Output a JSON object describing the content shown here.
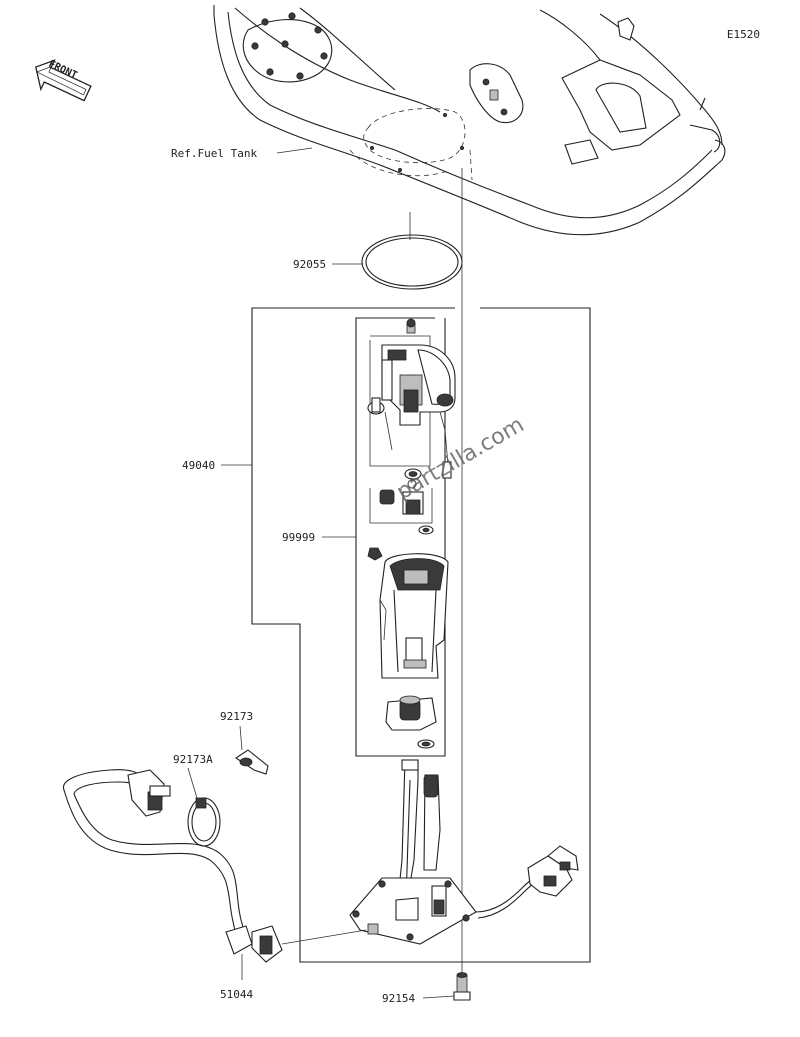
{
  "diagram": {
    "code": "E1520",
    "front_label": "FRONT",
    "watermark": "partzilla.com",
    "callouts": {
      "fuel_tank": "Ref.Fuel Tank",
      "gasket": "92055",
      "pump_assy": "49040",
      "parts_set": "99999",
      "clamp": "92173",
      "clamp_a": "92173A",
      "hose": "51044",
      "bolt": "92154"
    }
  }
}
